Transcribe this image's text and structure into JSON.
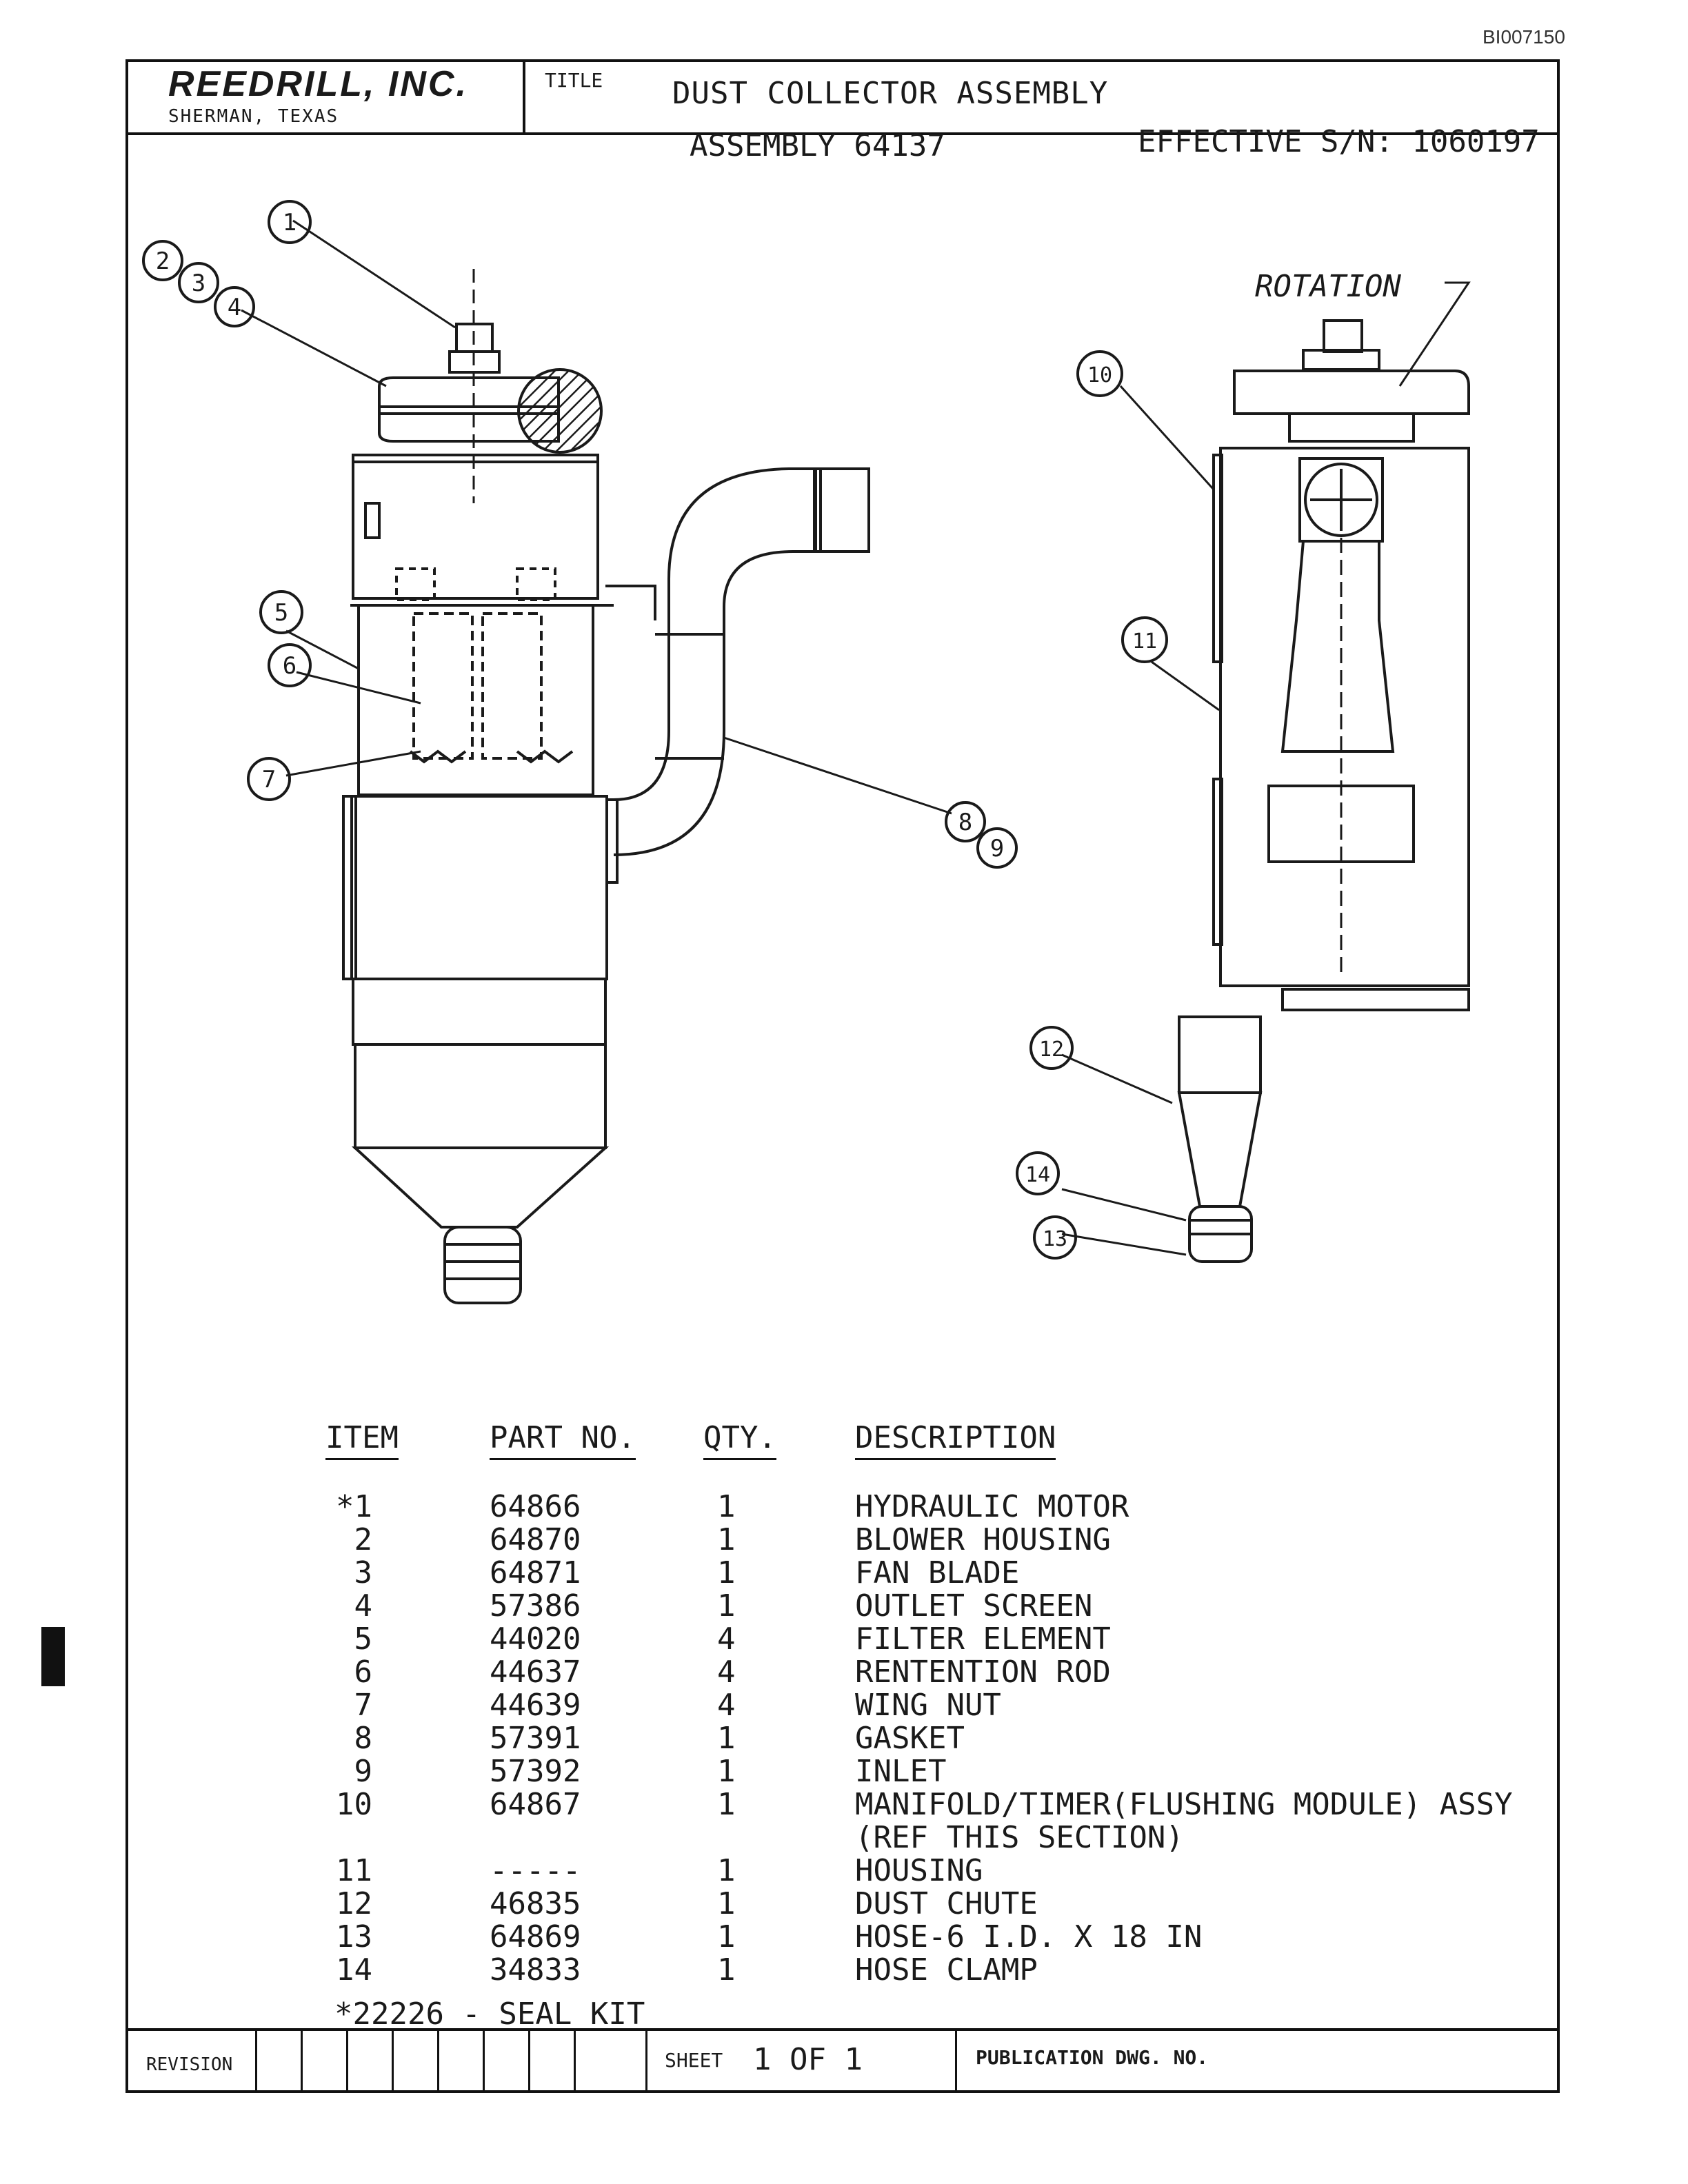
{
  "doc_id": "BI007150",
  "company": {
    "name": "REEDRILL, INC.",
    "location": "SHERMAN, TEXAS"
  },
  "title_label": "TITLE",
  "title": "DUST COLLECTOR ASSEMBLY",
  "assembly": "ASSEMBLY 64137",
  "effective": "EFFECTIVE S/N: 1060197",
  "drawing": {
    "callouts": [
      "1",
      "2",
      "3",
      "4",
      "5",
      "6",
      "7",
      "8",
      "9",
      "10",
      "11",
      "12",
      "13",
      "14"
    ],
    "rotation_label": "ROTATION"
  },
  "parts_table": {
    "headers": {
      "item": "ITEM",
      "part_no": "PART NO.",
      "qty": "QTY.",
      "description": "DESCRIPTION"
    },
    "rows": [
      {
        "item": "*1",
        "part_no": "64866",
        "qty": "1",
        "description": "HYDRAULIC MOTOR"
      },
      {
        "item": "2",
        "part_no": "64870",
        "qty": "1",
        "description": "BLOWER HOUSING"
      },
      {
        "item": "3",
        "part_no": "64871",
        "qty": "1",
        "description": "FAN BLADE"
      },
      {
        "item": "4",
        "part_no": "57386",
        "qty": "1",
        "description": "OUTLET SCREEN"
      },
      {
        "item": "5",
        "part_no": "44020",
        "qty": "4",
        "description": "FILTER ELEMENT"
      },
      {
        "item": "6",
        "part_no": "44637",
        "qty": "4",
        "description": "RENTENTION ROD"
      },
      {
        "item": "7",
        "part_no": "44639",
        "qty": "4",
        "description": "WING NUT"
      },
      {
        "item": "8",
        "part_no": "57391",
        "qty": "1",
        "description": "GASKET"
      },
      {
        "item": "9",
        "part_no": "57392",
        "qty": "1",
        "description": "INLET"
      },
      {
        "item": "10",
        "part_no": "64867",
        "qty": "1",
        "description": "MANIFOLD/TIMER(FLUSHING MODULE) ASSY"
      },
      {
        "item": "",
        "part_no": "",
        "qty": "",
        "description": "(REF THIS SECTION)"
      },
      {
        "item": "11",
        "part_no": "-----",
        "qty": "1",
        "description": "HOUSING"
      },
      {
        "item": "12",
        "part_no": "46835",
        "qty": "1",
        "description": "DUST CHUTE"
      },
      {
        "item": "13",
        "part_no": "64869",
        "qty": "1",
        "description": "HOSE-6 I.D. X 18 IN"
      },
      {
        "item": "14",
        "part_no": "34833",
        "qty": "1",
        "description": "HOSE CLAMP"
      }
    ],
    "note": "*22226 - SEAL KIT"
  },
  "footer": {
    "revision_label": "REVISION",
    "sheet_label": "SHEET",
    "sheet_value": "1 OF 1",
    "publication_label": "PUBLICATION DWG. NO."
  }
}
